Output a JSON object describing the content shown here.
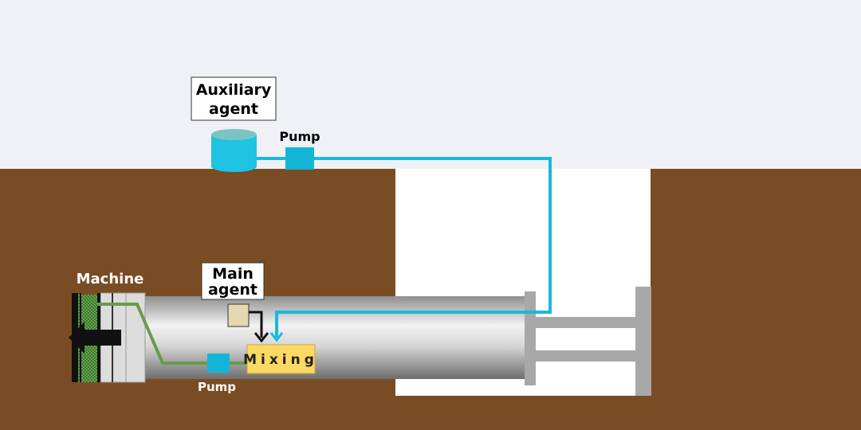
{
  "labels": {
    "auxiliary_agent": [
      "Auxiliary",
      "agent"
    ],
    "pump_top": "Pump",
    "main_agent": [
      "Main",
      "agent"
    ],
    "machine": "Machine",
    "mixing": "Mixing",
    "pump_bottom": "Pump"
  },
  "colors": {
    "sky": "#eff1f6",
    "soil": "#7a4c23",
    "shaft": "#ffffff",
    "cyan_line": "#19b9dc",
    "pump": "#14b6d8",
    "tank": "#1ec4e2",
    "tank_top": "#7cc4c2",
    "green_line": "#6a9a4a",
    "mixing_box": "#fcd964",
    "main_agent_box": "#e4d8b0",
    "frame_gray": "#a8a8a8"
  }
}
